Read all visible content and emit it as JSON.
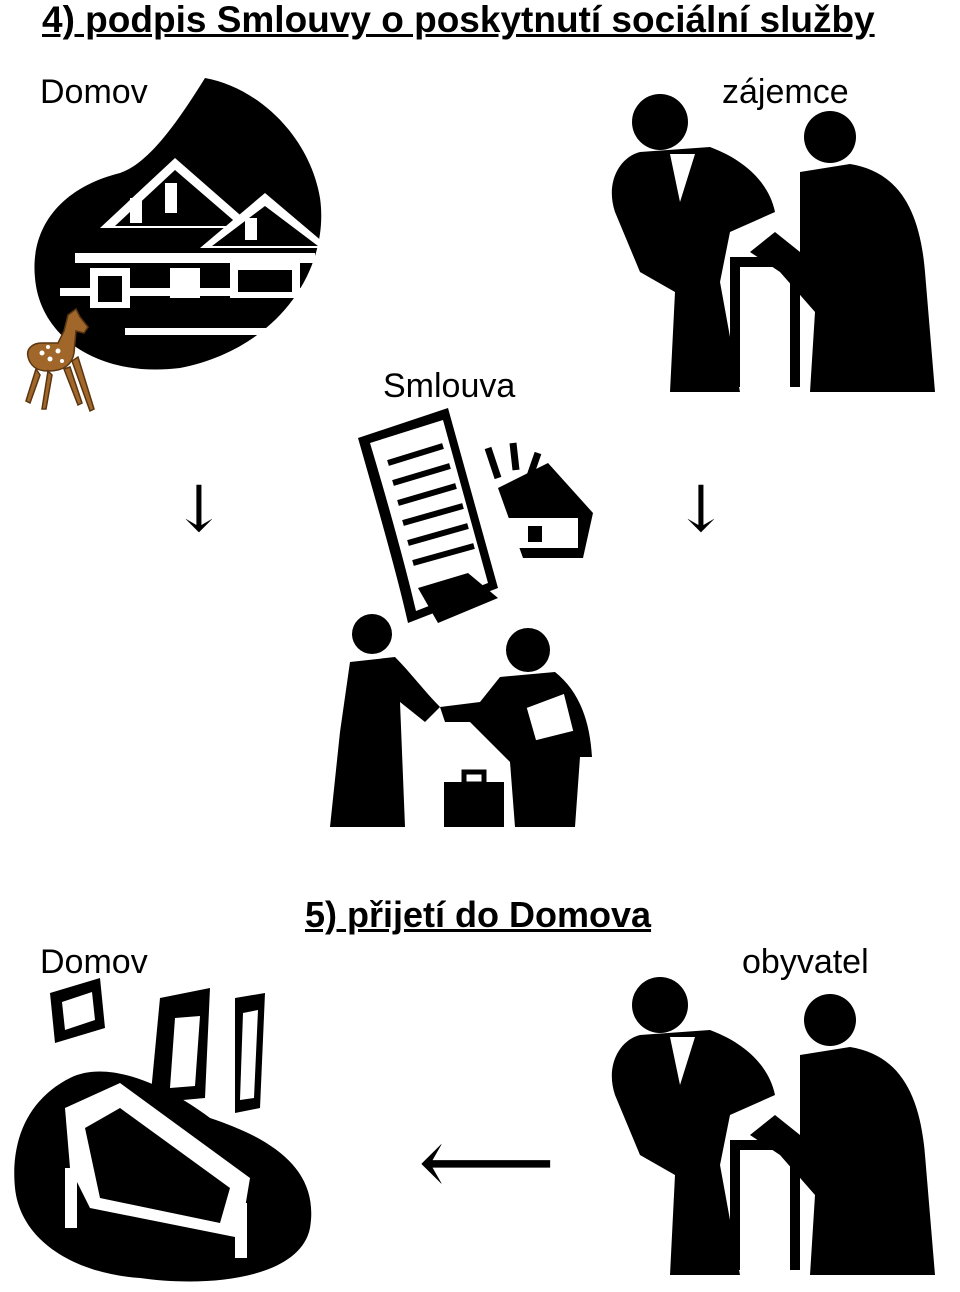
{
  "step4": {
    "title": "4) podpis Smlouvy o poskytnutí sociální služby"
  },
  "labels": {
    "domov_top": "Domov",
    "zajemce": "zájemce",
    "smlouva": "Smlouva",
    "domov_bottom": "Domov",
    "obyvatel": "obyvatel"
  },
  "step5": {
    "title": "5) přijetí do Domova"
  },
  "arrows": {
    "down_left": "↓",
    "down_right": "↓",
    "left": "⟵"
  },
  "icons": [
    "house-icon",
    "deer-icon",
    "caregiver-elder-icon",
    "contract-icon",
    "handshake-icon",
    "briefcase-icon",
    "bedroom-icon"
  ],
  "colors": {
    "ink": "#000000",
    "deer": "#a0662a"
  }
}
